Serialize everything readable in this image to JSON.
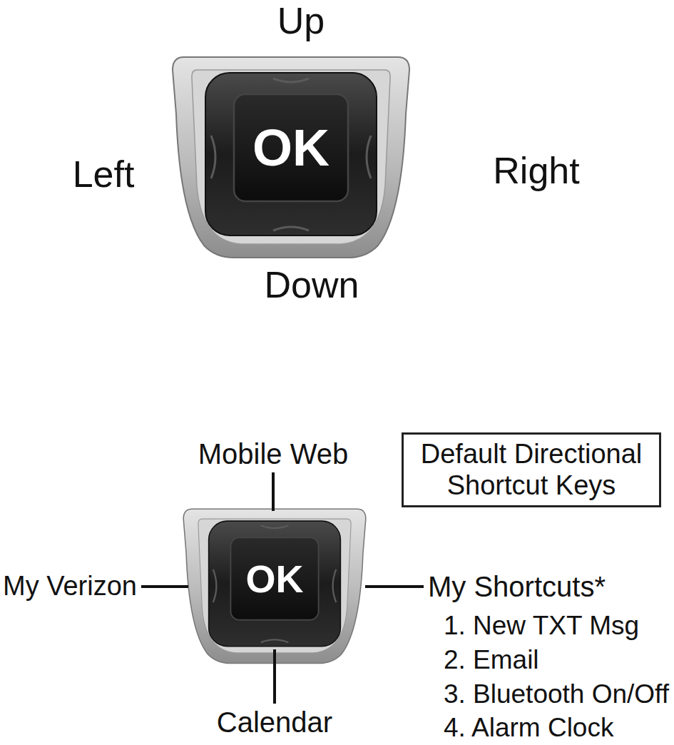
{
  "diagram": {
    "nodes": [
      {
        "text": [
          "OK"
        ]
      },
      {
        "text": [
          "OK"
        ]
      },
      {
        "text": [
          "Default Directional Shortcut Keys"
        ]
      }
    ],
    "labels": [
      "Up",
      "Left",
      "Right",
      "Down",
      "Mobile Web",
      "My Verizon",
      "My Shortcuts*",
      "1. New TXT Msg",
      "2. Email",
      "3. Bluetooth On/Off",
      "4. Alarm Clock",
      "Calendar"
    ]
  }
}
